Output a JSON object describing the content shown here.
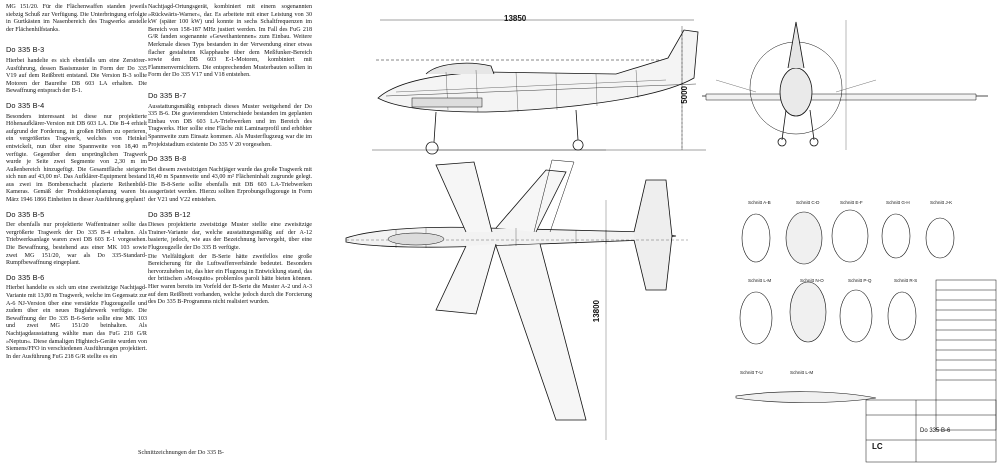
{
  "text": {
    "col1": [
      {
        "type": "p",
        "text": "MG 151/20. Für die Flächenwaffen standen jeweils siebzig Schuß zur Verfügung. Die Unterbringung erfolgte in Gurtkästen im Nasenbereich des Tragwerks anstelle der Flächenhilfstanks."
      },
      {
        "type": "h",
        "text": "Do 335 B-3"
      },
      {
        "type": "p",
        "text": "Hierbei handelte es sich ebenfalls um eine Zerstörer-Ausführung, dessen Basismuster in Form der Do 335 V19 auf dem Reißbrett entstand. Die Version B-3 sollte Motoren der Baureihe DB 603 LA erhalten. Die Bewaffnung entsprach der B-1."
      },
      {
        "type": "h",
        "text": "Do 335 B-4"
      },
      {
        "type": "p",
        "text": "Besonders interessant ist diese nur projektierte Höhenaufklärer-Version mit DB 603 LA. Die B-4 erhielt aufgrund der Forderung, in großen Höhen zu operieren, ein vergrößertes Tragwerk, welches von Heinkel entwickelt, nun über eine Spannweite von 18,40 m verfügte. Gegenüber dem ursprünglichen Tragwerk wurde je Seite zwei Segmente von 2,30 m im Außenbereich hinzugefügt. Die Gesamtfläche steigerte sich nun auf 43,00 m². Das Aufklärer-Equipment bestand aus zwei im Bombenschacht plazierte Reihenbild-Kameras. Gemäß der Produktionsplanung waren bis März 1946 1866 Einheiten in dieser Ausführung geplant!"
      },
      {
        "type": "h",
        "text": "Do 335 B-5"
      },
      {
        "type": "p",
        "text": "Der ebenfalls nur projektierte Waffentrainer sollte das vergrößerte Tragwerk der Do 335 B-4 erhalten. Als Triebwerksanlage waren zwei DB 603 E-1 vorgesehen. Die Bewaffnung, bestehend aus einer MK 103 sowie zwei MG 151/20, war als Do 335-Standard-Rumpfbewaffnung eingeplant."
      },
      {
        "type": "h",
        "text": "Do 335 B-6"
      },
      {
        "type": "p",
        "text": "Hierbei handelte es sich um eine zweisitzige Nachtjagd-Variante mit 13,80 m Tragwerk, welche im Gegensatz zur A-6 NJ-Version über eine verstärkte Flugzeugzelle und zudem über ein neues Bugfahrwerk verfügte. Die Bewaffnung der Do 335 B-6-Serie sollte eine MK 103 und zwei MG 151/20 beinhalten. Als Nachtjagdausstattung wählte man das FuG 218 G/R »Neptun«. Diese damaligen Hightech-Geräte wurden von Siemens/FFO in verschiedenen Ausführungen projektiert. In der Ausführung FuG 218 G/R stellte es ein"
      }
    ],
    "col2": [
      {
        "type": "p",
        "text": "Nachtjagd-Ortungsgerät, kombiniert mit einem sogenannten »Rückwärts-Warner«, dar. Es arbeitete mit einer Leistung von 30 kW (später 100 kW) und konnte in sechs Schaltfrequenzen im Bereich von 158-187 MHz justiert werden. Im Fall des FuG 218 G/R fanden sogenannte »Geweihantennen« zum Einbau. Weitere Merkmale dieses Typs bestanden in der Verwendung einer etwas flacher gestalteten Klapphaube über dem Meßfunker-Bereich sowie den DB 603 E-1-Motoren, kombiniert mit Flammenvernichtern. Die entsprechenden Musterbauten sollten in Form der Do 335 V17 und V18 entstehen."
      },
      {
        "type": "h",
        "text": "Do 335 B-7"
      },
      {
        "type": "p",
        "text": "Ausstattungsmäßig entsprach dieses Muster weitgehend der Do 335 B-6. Die gravierendsten Unterschiede bestanden im geplanten Einbau von DB 603 LA-Triebwerken und im Bereich des Tragwerks. Hier sollte eine Fläche mit Laminarprofil und erhöhter Spannweite zum Einsatz kommen. Als Musterflugzeug war die im Projektstadium existente Do 335 V 20 vorgesehen."
      },
      {
        "type": "h",
        "text": "Do 335 B-8"
      },
      {
        "type": "p",
        "text": "Bei diesem zweisitzigen Nachtjäger wurde das große Tragwerk mit 18,40 m Spannweite und 43,00 m² Flächeninhalt zugrunde gelegt. Die B-8-Serie sollte ebenfalls mit DB 603 LA-Triebwerken ausgerüstet werden. Hierzu sollten Erprobungsflugzeuge in Form der V21 und V22 entstehen."
      },
      {
        "type": "h",
        "text": "Do 335 B-12"
      },
      {
        "type": "p",
        "text": "Dieses projektierte zweisitzige Muster stellte eine zweisitzige Trainer-Variante dar, welche ausstattungsmäßig auf der A-12 basierte, jedoch, wie aus der Bezeichnung hervorgeht, über eine Flugzeugzelle der Do 335 B verfügte."
      },
      {
        "type": "p",
        "text": "Die Vielfältigkeit der B-Serie hätte zweifellos eine große Bereicherung für die Luftwaffenverbände bedeutet. Besonders hervorzuheben ist, das hier ein Flugzeug in Entwicklung stand, das der britischen »Mosquito« problemlos paroli hätte bieten können. Hier waren bereits im Vorfeld der B-Serie die Muster A-2 und A-3 auf dem Reißbrett vorhanden, welche jedoch durch die Forcierung des Do 335 B-Programms nicht realisiert wurden."
      }
    ],
    "caption": "Schnittzeichnungen der Do 335 B-"
  },
  "drawing": {
    "dim_length": "13850",
    "dim_height": "5000",
    "dim_span": "13800",
    "section_labels": [
      "Schnitt A-B",
      "Schnitt C-D",
      "Schnitt E-F",
      "Schnitt G-H",
      "Schnitt J-K",
      "Schnitt L-M",
      "Schnitt N-O",
      "Schnitt P-Q",
      "Schnitt R-S",
      "Schnitt T-U",
      "Schnitt L-M"
    ],
    "title_block": {
      "type": "Do 335 B-6",
      "code": "LC"
    }
  }
}
